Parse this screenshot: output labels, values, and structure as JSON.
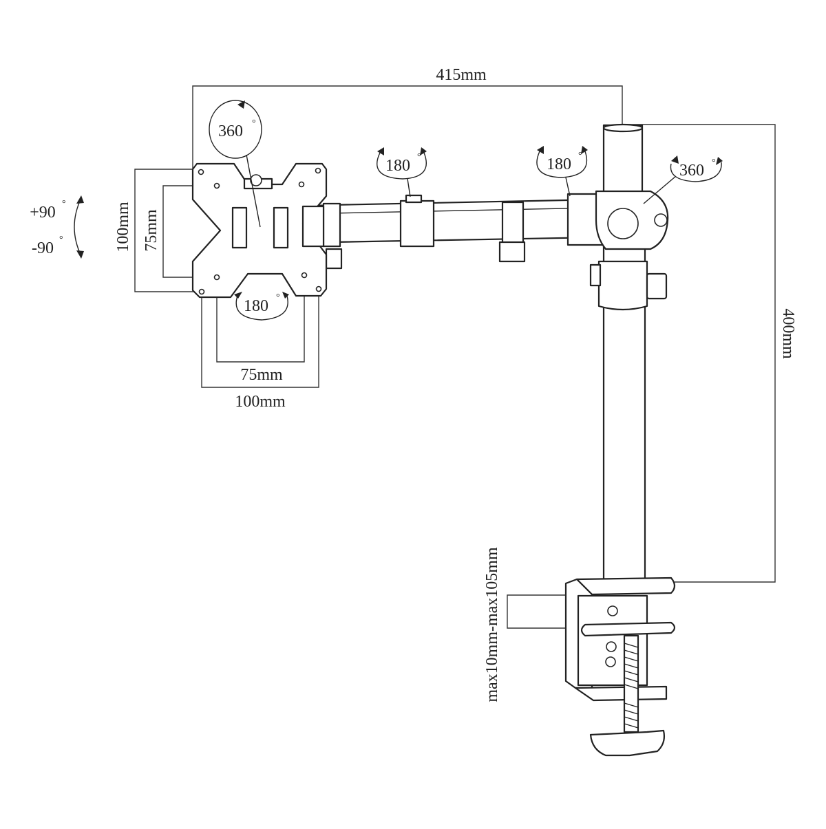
{
  "dimensions": {
    "arm_reach": "415mm",
    "pole_height": "400mm",
    "vesa_outer_vertical": "100mm",
    "vesa_inner_vertical": "75mm",
    "vesa_inner_horizontal": "75mm",
    "vesa_outer_horizontal": "100mm",
    "clamp_thickness_range": "max10mm-max105mm"
  },
  "rotations": {
    "plate_rotation": "360",
    "plate_swivel": "180",
    "arm_joint_swivel": "180",
    "pole_joint_swivel": "180",
    "pole_rotation": "360",
    "tilt_up": "+90",
    "tilt_down": "-90",
    "degree_symbol": "°"
  },
  "colors": {
    "line": "#222222",
    "background": "#ffffff"
  }
}
